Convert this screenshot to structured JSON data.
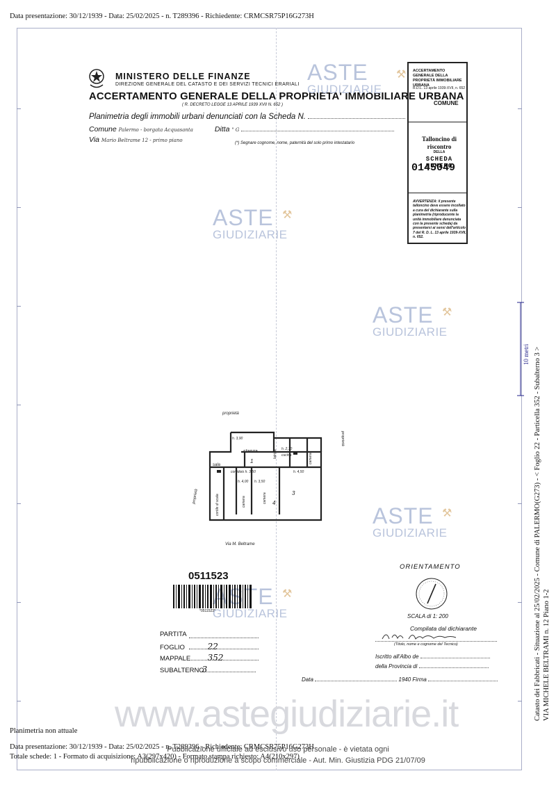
{
  "header": {
    "top_line": "Data presentazione: 30/12/1939 - Data: 25/02/2025 - n. T289396 - Richiedente: CRMCSR75P16G273H"
  },
  "ministry": {
    "ministero": "MINISTERO DELLE FINANZE",
    "direzione": "DIREZIONE GENERALE DEL CATASTO E DEI SERVIZI TECNICI ERARIALI",
    "accertamento": "ACCERTAMENTO GENERALE DELLA PROPRIETA' IMMOBILIARE URBANA",
    "rdl": "( R. DECRETO LEGGE 13 APRILE 1939 XVII N. 652 )",
    "plan_title": "Planimetria degli immobili urbani denunciati con la Scheda N.",
    "comune_label": "Comune",
    "comune_value": "Palermo - borgata Acquasanta",
    "ditta_label": "Ditta",
    "ditta_value": "\" G",
    "via_label": "Via",
    "via_value": "Mario Beltrame 12 - primo piano",
    "segnare": "(*) Segnare cognome, nome, paternità del solo primo intestatario"
  },
  "right_panel": {
    "acc_title": "ACCERTAMENTO GENERALE DELLA PROPRIETÀ IMMOBILIARE URBANA",
    "rdl": "R.D.L. 13 aprile 1939-XVII, n. 652",
    "comune": "COMUNE",
    "talloncino": "Talloncino di riscontro",
    "della": "DELLA",
    "scheda": "SCHEDA NUMERO",
    "numero": "0145049",
    "avvertenza": "AVVERTENZA: il presente talloncino deve essere incollato a cura del dichiarante sulla planimetria (riproducente la unità immobiliare denunciata con la presente scheda) da presentarsi ai sensi dell'articolo 7 del R. D. L. 13 aprile 1939-XVII, n. 652."
  },
  "watermark": {
    "aste": "ASTE",
    "giudiziarie": "GIUDIZIARIE",
    "site": "www.astegiudiziarie.it"
  },
  "plan": {
    "proprieta_top": "proprietà",
    "proprieta_right": "proprietà",
    "proprieta_left": "proprietà",
    "stanza": "stanza",
    "stanza_num": "1",
    "h_390": "h. 3,90",
    "h_210": "h. 2,10",
    "h_350": "h. 3,50",
    "h_400": "h. 4,00",
    "h_450": "h. 4,50",
    "cucina": "cucina",
    "latrina": "latrina",
    "camera": "camera",
    "camera_num": "4",
    "sala": "sala",
    "corridoio": "corridoio h. 3,50",
    "room3": "3",
    "cortile": "cortile di scala",
    "via_label": "Via M. Beltrame"
  },
  "orientation": {
    "title": "ORIENTAMENTO",
    "scala": "SCALA di 1: 200",
    "compilata": "Compilata dal dichiarante",
    "titolo": "(Titolo, nome e cognome del Tecnico)",
    "iscritto": "Iscritto all'Albo de",
    "provincia": "della Provincia di",
    "data": "Data",
    "anno": "1940",
    "firma": "Firma"
  },
  "barcode": {
    "number": "0511523",
    "small": "*0511523*"
  },
  "fields": {
    "partita": "PARTITA",
    "foglio": "FOGLIO",
    "foglio_val": "22",
    "mappale": "MAPPALE",
    "mappale_val": "352",
    "subalterno": "SUBALTERNO",
    "subalterno_val": "3"
  },
  "footer": {
    "non_attuale": "Planimetria non attuale",
    "line1": "Data presentazione: 30/12/1939 - Data: 25/02/2025 - n. T289396 - Richiedente: CRMCSR75P16G273H",
    "line2": "Totale schede: 1 - Formato di acquisizione: A3(297x420) - Formato stampa richiesto: A4(210x297)",
    "pub1": "Pubblicazione ufficiale ad esclusivo uso personale - è vietata ogni",
    "pub2": "ripubblicazione o riproduzione a scopo commerciale - Aut. Min. Giustizia PDG 21/07/09"
  },
  "side": {
    "line1": "Catasto dei Fabbricati - Situazione al 25/02/2025 - Comune di PALERMO(G273) - < Foglio 22 - Particella 352 - Subalterno 3 >",
    "line2": "VIA MICHELE BELTRAMI n. 12 Piano 1-2",
    "scale": "10 metri"
  },
  "colors": {
    "frame": "#a9aec8",
    "watermark": "#b9c4dc",
    "gavel": "#e2c59b",
    "scale": "#22228a"
  }
}
